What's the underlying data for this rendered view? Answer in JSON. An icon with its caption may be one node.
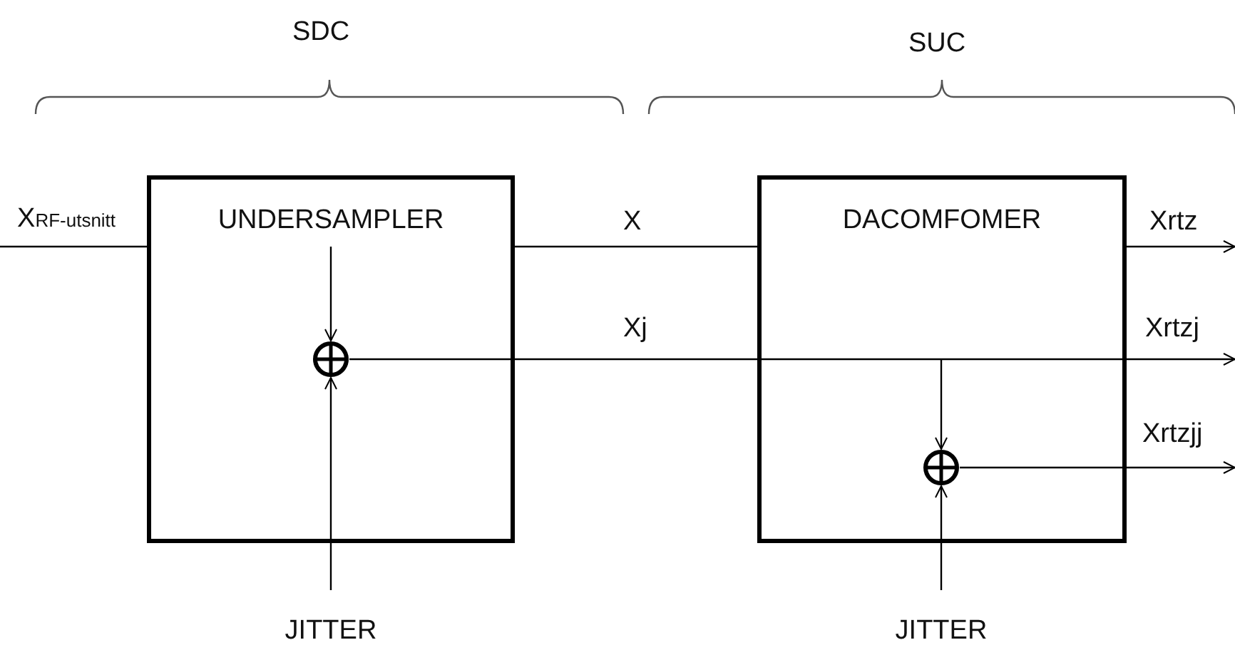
{
  "diagram": {
    "nodes": [
      {
        "text": [
          "UNDERSAMPLER"
        ]
      },
      {
        "text": [
          "DACOMFOMER"
        ]
      },
      {
        "text": [],
        "shape": "circle",
        "in": 0
      },
      {
        "text": [],
        "shape": "circle",
        "in": 1
      },
      {
        "text": [
          "JITTER"
        ]
      },
      {
        "text": [
          "JITTER"
        ]
      }
    ],
    "edges": [
      {
        "from": null,
        "to": 0,
        "arrow": "none"
      },
      {
        "from": 0,
        "to": 1,
        "arrow": "none"
      },
      {
        "from": 1,
        "to": null,
        "arrow": "to"
      },
      {
        "from": null,
        "to": 2,
        "arrow": "to"
      },
      {
        "from": 4,
        "to": 2,
        "arrow": "to"
      },
      {
        "from": 2,
        "to": null,
        "arrow": "to"
      },
      {
        "from": null,
        "to": 3,
        "arrow": "to"
      },
      {
        "from": 5,
        "to": 3,
        "arrow": "to"
      },
      {
        "from": 3,
        "to": null,
        "arrow": "to"
      }
    ],
    "labels": [
      "SDC",
      "SUC",
      "X$_{RF-utsnitt}$",
      "X",
      "Xrtz",
      "Xj",
      "Xrtzj",
      "Xrtzjj"
    ]
  }
}
